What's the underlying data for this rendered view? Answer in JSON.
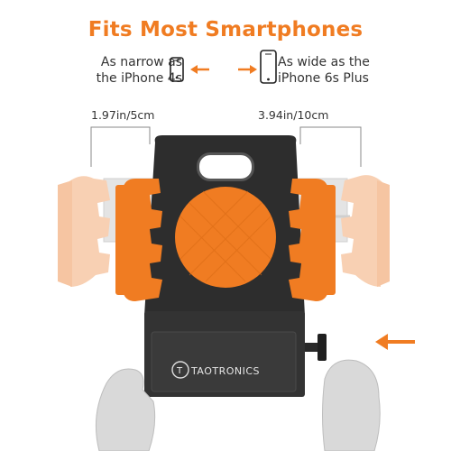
{
  "title": "Fits Most Smartphones",
  "narrow": {
    "line1": "As narrow as",
    "line2": "the iPhone 4s"
  },
  "wide": {
    "line1": "As wide as the",
    "line2": "iPhone 6s Plus"
  },
  "dimensions": {
    "min": "1.97in/5cm",
    "max": "3.94in/10cm"
  },
  "brand": "TAOTRONICS",
  "colors": {
    "accent": "#f07c22",
    "body": "#2b2b2b",
    "ghost": "#f6c7a4"
  },
  "icons": [
    "small-phone-icon",
    "large-phone-icon",
    "arrow-left-icon",
    "arrow-right-icon",
    "push-arrow-icon"
  ]
}
